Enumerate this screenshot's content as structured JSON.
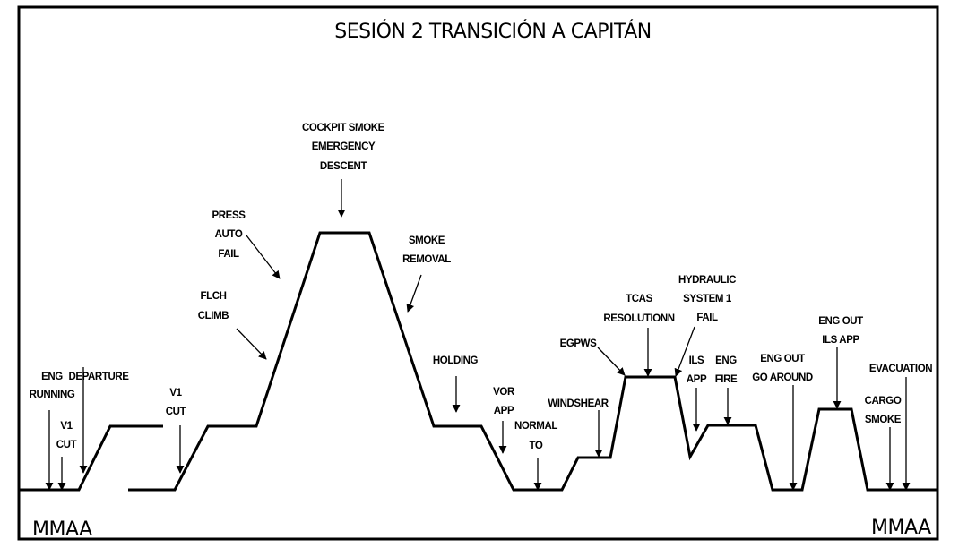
{
  "title": "SESIÓN 2 TRANSICIÓN A CAPITÁN",
  "origin": "MMAA",
  "destination": "MMAA",
  "events": {
    "eng_running": [
      "ENG",
      "RUNNING"
    ],
    "v1_cut_1": [
      "V1",
      "CUT"
    ],
    "departure": [
      "DEPARTURE"
    ],
    "v1_cut_2": [
      "V1",
      "CUT"
    ],
    "flch_climb": [
      "FLCH",
      "CLIMB"
    ],
    "press_auto_fail": [
      "PRESS",
      "AUTO",
      "FAIL"
    ],
    "cockpit_smoke": [
      "COCKPIT SMOKE",
      "EMERGENCY",
      "DESCENT"
    ],
    "smoke_removal": [
      "SMOKE",
      "REMOVAL"
    ],
    "holding": [
      "HOLDING"
    ],
    "vor_app": [
      "VOR",
      "APP"
    ],
    "normal_to": [
      "NORMAL",
      "TO"
    ],
    "windshear": [
      "WINDSHEAR"
    ],
    "egpws": [
      "EGPWS"
    ],
    "tcas": [
      "TCAS",
      "RESOLUTIONN"
    ],
    "hydraulic": [
      "HYDRAULIC",
      "SYSTEM 1",
      "FAIL"
    ],
    "ils_app": [
      "ILS",
      "APP"
    ],
    "eng_fire": [
      "ENG",
      "FIRE"
    ],
    "eng_out_ga": [
      "ENG OUT",
      "GO AROUND"
    ],
    "eng_out_ils": [
      "ENG OUT",
      "ILS APP"
    ],
    "cargo_smoke": [
      "CARGO",
      "SMOKE"
    ],
    "evacuation": [
      "EVACUATION"
    ]
  }
}
